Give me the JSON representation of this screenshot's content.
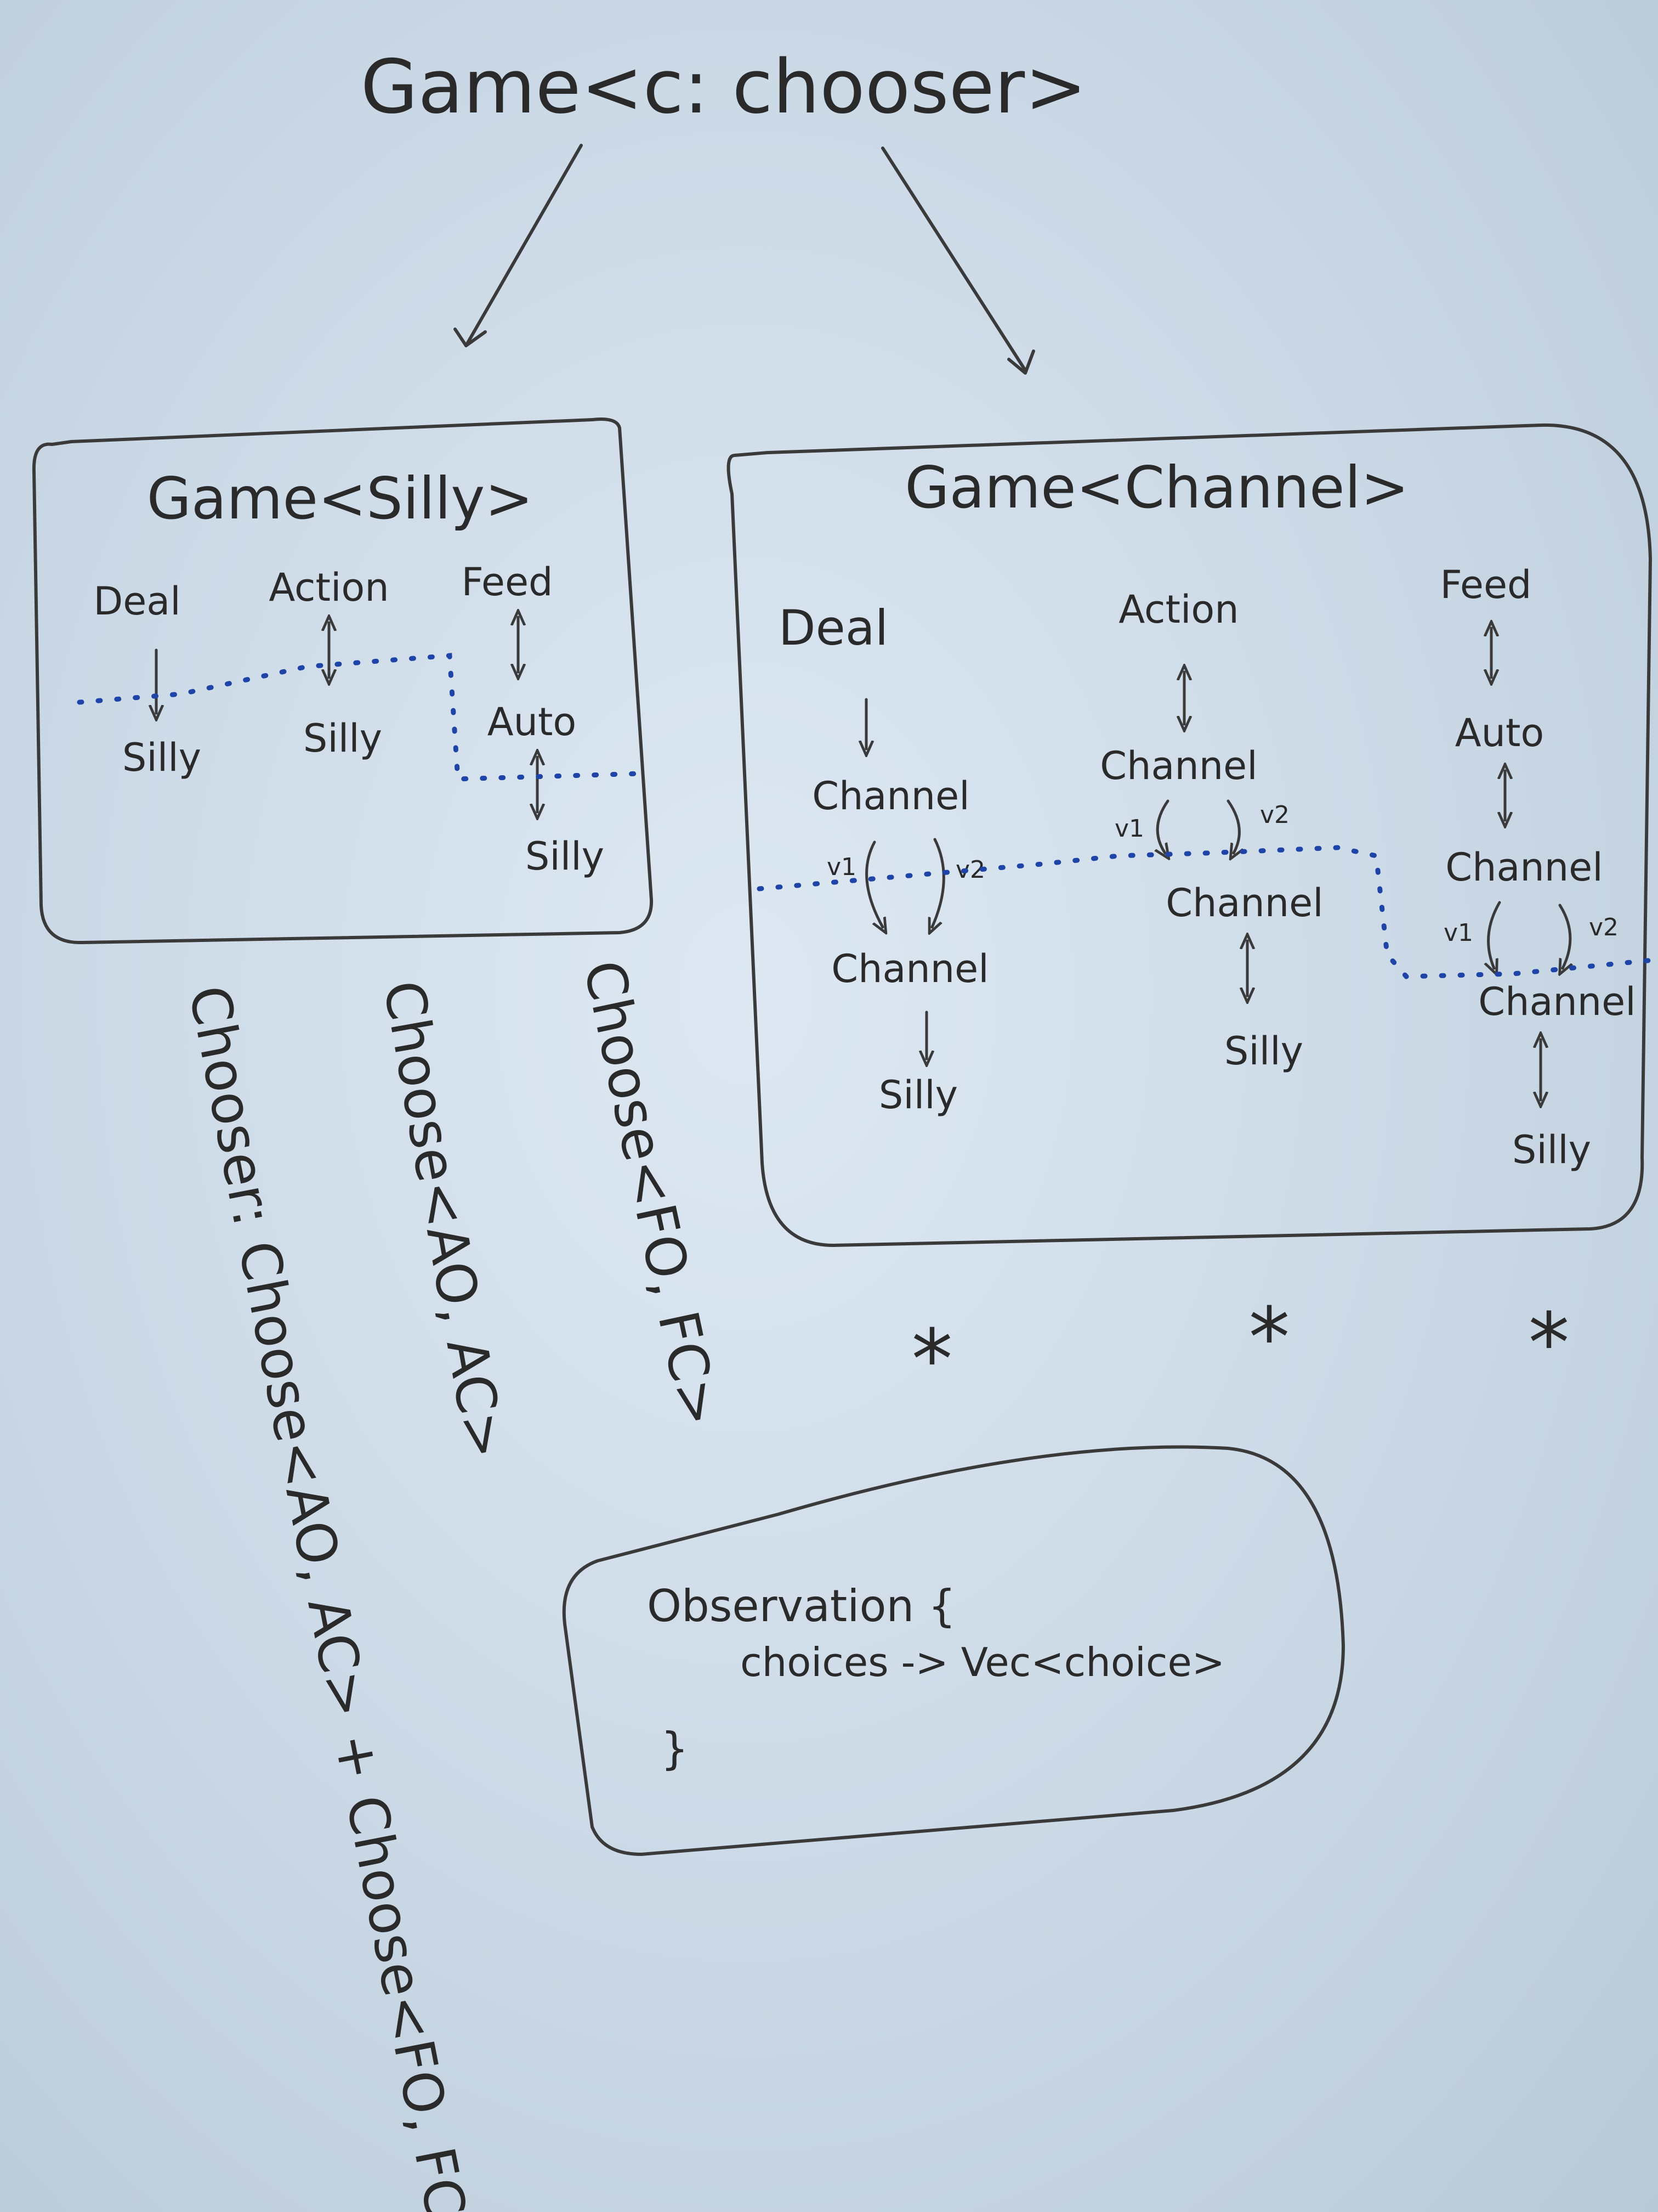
{
  "title": "Game<c: chooser>",
  "silly_box": {
    "title": "Game<Silly>",
    "col_deal": [
      "Deal",
      "Silly"
    ],
    "col_action": [
      "Action",
      "Silly"
    ],
    "col_feed": [
      "Feed",
      "Auto",
      "Silly"
    ]
  },
  "channel_box": {
    "title": "Game<Channel>",
    "col_deal": [
      "Deal",
      "Channel",
      "v1",
      "v2",
      "Channel",
      "Silly"
    ],
    "col_action": [
      "Action",
      "Channel",
      "v1",
      "v2",
      "Channel",
      "Silly"
    ],
    "col_feed": [
      "Feed",
      "Auto",
      "Channel",
      "v1",
      "v2",
      "Channel",
      "Silly"
    ],
    "stars": [
      "*",
      "*",
      "*"
    ]
  },
  "vertical_text": {
    "feed": "Choose<FO, FC>",
    "action": "Choose<AO, AC>",
    "chooser": "Chooser: Choose<AO, AC> + Choose<FO, FC>"
  },
  "observation": {
    "line1": "Observation {",
    "line2": "choices -> Vec<choice>",
    "close": "}"
  },
  "colors": {
    "ink": "#2a2a2a",
    "dotted": "#1f44a8",
    "board": "#d3e0ec"
  }
}
